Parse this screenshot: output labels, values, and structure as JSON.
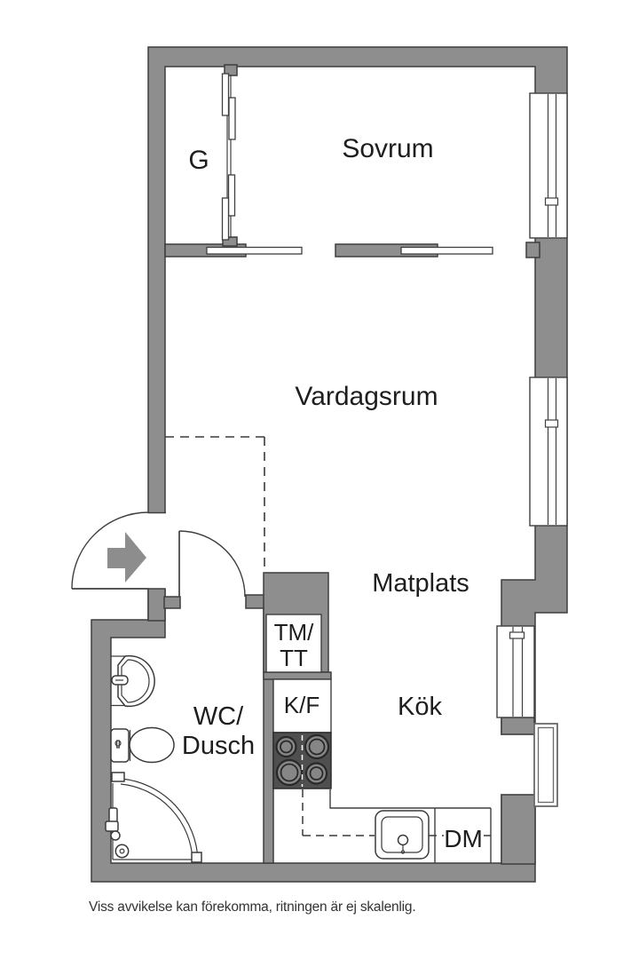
{
  "labels": {
    "closet": "G",
    "bedroom": "Sovrum",
    "living_room": "Vardagsrum",
    "dining": "Matplats",
    "kitchen": "Kök",
    "bathroom_line1": "WC/",
    "bathroom_line2": "Dusch",
    "washer_dryer_line1": "TM/",
    "washer_dryer_line2": "TT",
    "fridge_freezer": "K/F",
    "dishwasher": "DM"
  },
  "footer": {
    "disclaimer": "Viss avvikelse kan förekomma, ritningen är ej skalenlig."
  },
  "colors": {
    "background": "#ffffff",
    "wall": "#8e8e8e",
    "outline": "#3f3f3f",
    "stove": "#4f4f4f",
    "burner": "#868686",
    "label_text": "#1e1e1e",
    "disclaimer_text": "#333333"
  }
}
